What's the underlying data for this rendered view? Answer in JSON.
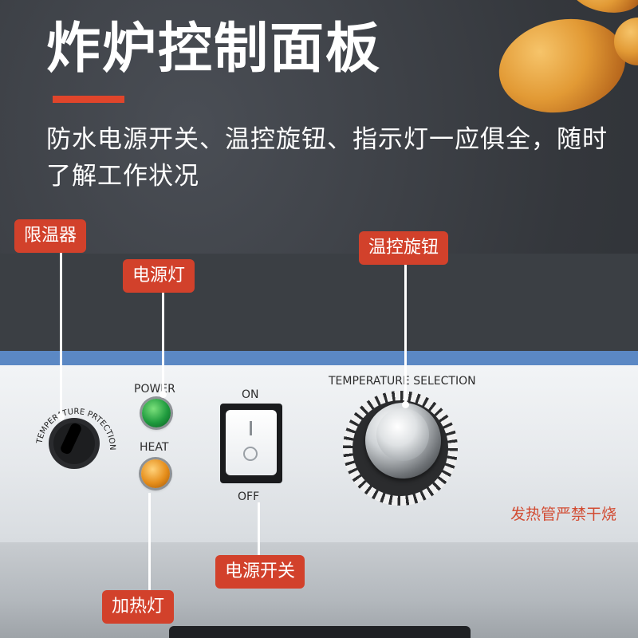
{
  "header": {
    "title": "炸炉控制面板",
    "subtitle": "防水电源开关、温控旋钮、指示灯一应俱全，随时了解工作状况"
  },
  "panel": {
    "power_label": "POWER",
    "heat_label": "HEAT",
    "on_label": "ON",
    "off_label": "OFF",
    "temp_selection_label": "TEMPERATURE SELECTION",
    "temp_protection_label": "TEMPERATURE PRTECTION",
    "warning_text": "发热管严禁干烧"
  },
  "callouts": {
    "limiter": "限温器",
    "power_light": "电源灯",
    "temp_knob": "温控旋钮",
    "power_switch": "电源开关",
    "heat_light": "加热灯"
  },
  "colors": {
    "accent": "#d2412b",
    "frame_blue": "#5b88c4",
    "background": "#3a3d42"
  }
}
